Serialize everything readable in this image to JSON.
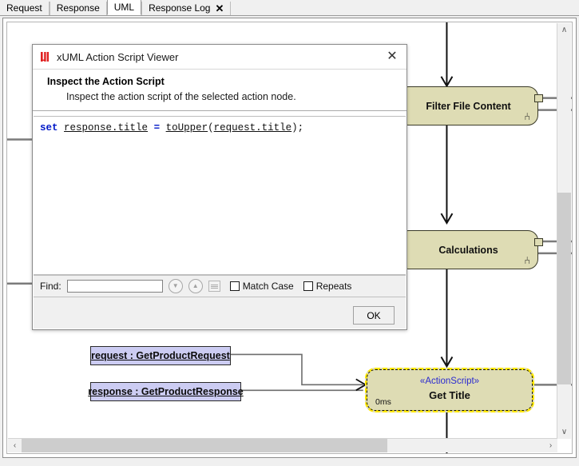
{
  "tabs": [
    {
      "label": "Request",
      "active": false,
      "closable": false
    },
    {
      "label": "Response",
      "active": false,
      "closable": false
    },
    {
      "label": "UML",
      "active": true,
      "closable": false
    },
    {
      "label": "Response Log",
      "active": false,
      "closable": true,
      "close_glyph": "✕"
    }
  ],
  "dialog": {
    "title": "xUML Action Script Viewer",
    "logo_icon": "xuml-logo-icon",
    "close_icon": "✕",
    "heading": "Inspect the Action Script",
    "subheading": "Inspect the action script of the selected action node.",
    "code": {
      "tokens": [
        {
          "text": "set",
          "style": "kw"
        },
        {
          "text": " ",
          "style": "pl"
        },
        {
          "text": "response.title",
          "style": "idu"
        },
        {
          "text": " ",
          "style": "pl"
        },
        {
          "text": "=",
          "style": "op"
        },
        {
          "text": " ",
          "style": "pl"
        },
        {
          "text": "toUpper",
          "style": "idu"
        },
        {
          "text": "(",
          "style": "pl"
        },
        {
          "text": "request.title",
          "style": "idu"
        },
        {
          "text": ");",
          "style": "pl"
        }
      ],
      "plain": "set response.title = toUpper(request.title);"
    },
    "find": {
      "label": "Find:",
      "value": "",
      "placeholder": "",
      "next_icon": "▼",
      "prev_icon": "▲",
      "list_icon": "list-icon",
      "match_case_label": "Match Case",
      "match_case_checked": false,
      "repeats_label": "Repeats",
      "repeats_checked": false
    },
    "ok_label": "OK"
  },
  "diagram": {
    "nodes": [
      {
        "name": "Filter File Content",
        "fork_icon": "⑃",
        "fill": "#dedcb4"
      },
      {
        "name": "Calculations",
        "fork_icon": "⑃",
        "fill": "#dedcb4"
      }
    ],
    "selected_node": {
      "stereotype": "«ActionScript»",
      "name": "Get Title",
      "duration": "0ms",
      "select_color": "#ffe800",
      "fill": "#dedcb4"
    },
    "params": [
      {
        "label": "request : GetProductRequest",
        "fill": "#ccccf2"
      },
      {
        "label": "response : GetProductResponse",
        "fill": "#ccccf2"
      }
    ]
  },
  "scrollbars": {
    "up_icon": "∧",
    "down_icon": "∨",
    "left_icon": "‹",
    "right_icon": "›"
  }
}
